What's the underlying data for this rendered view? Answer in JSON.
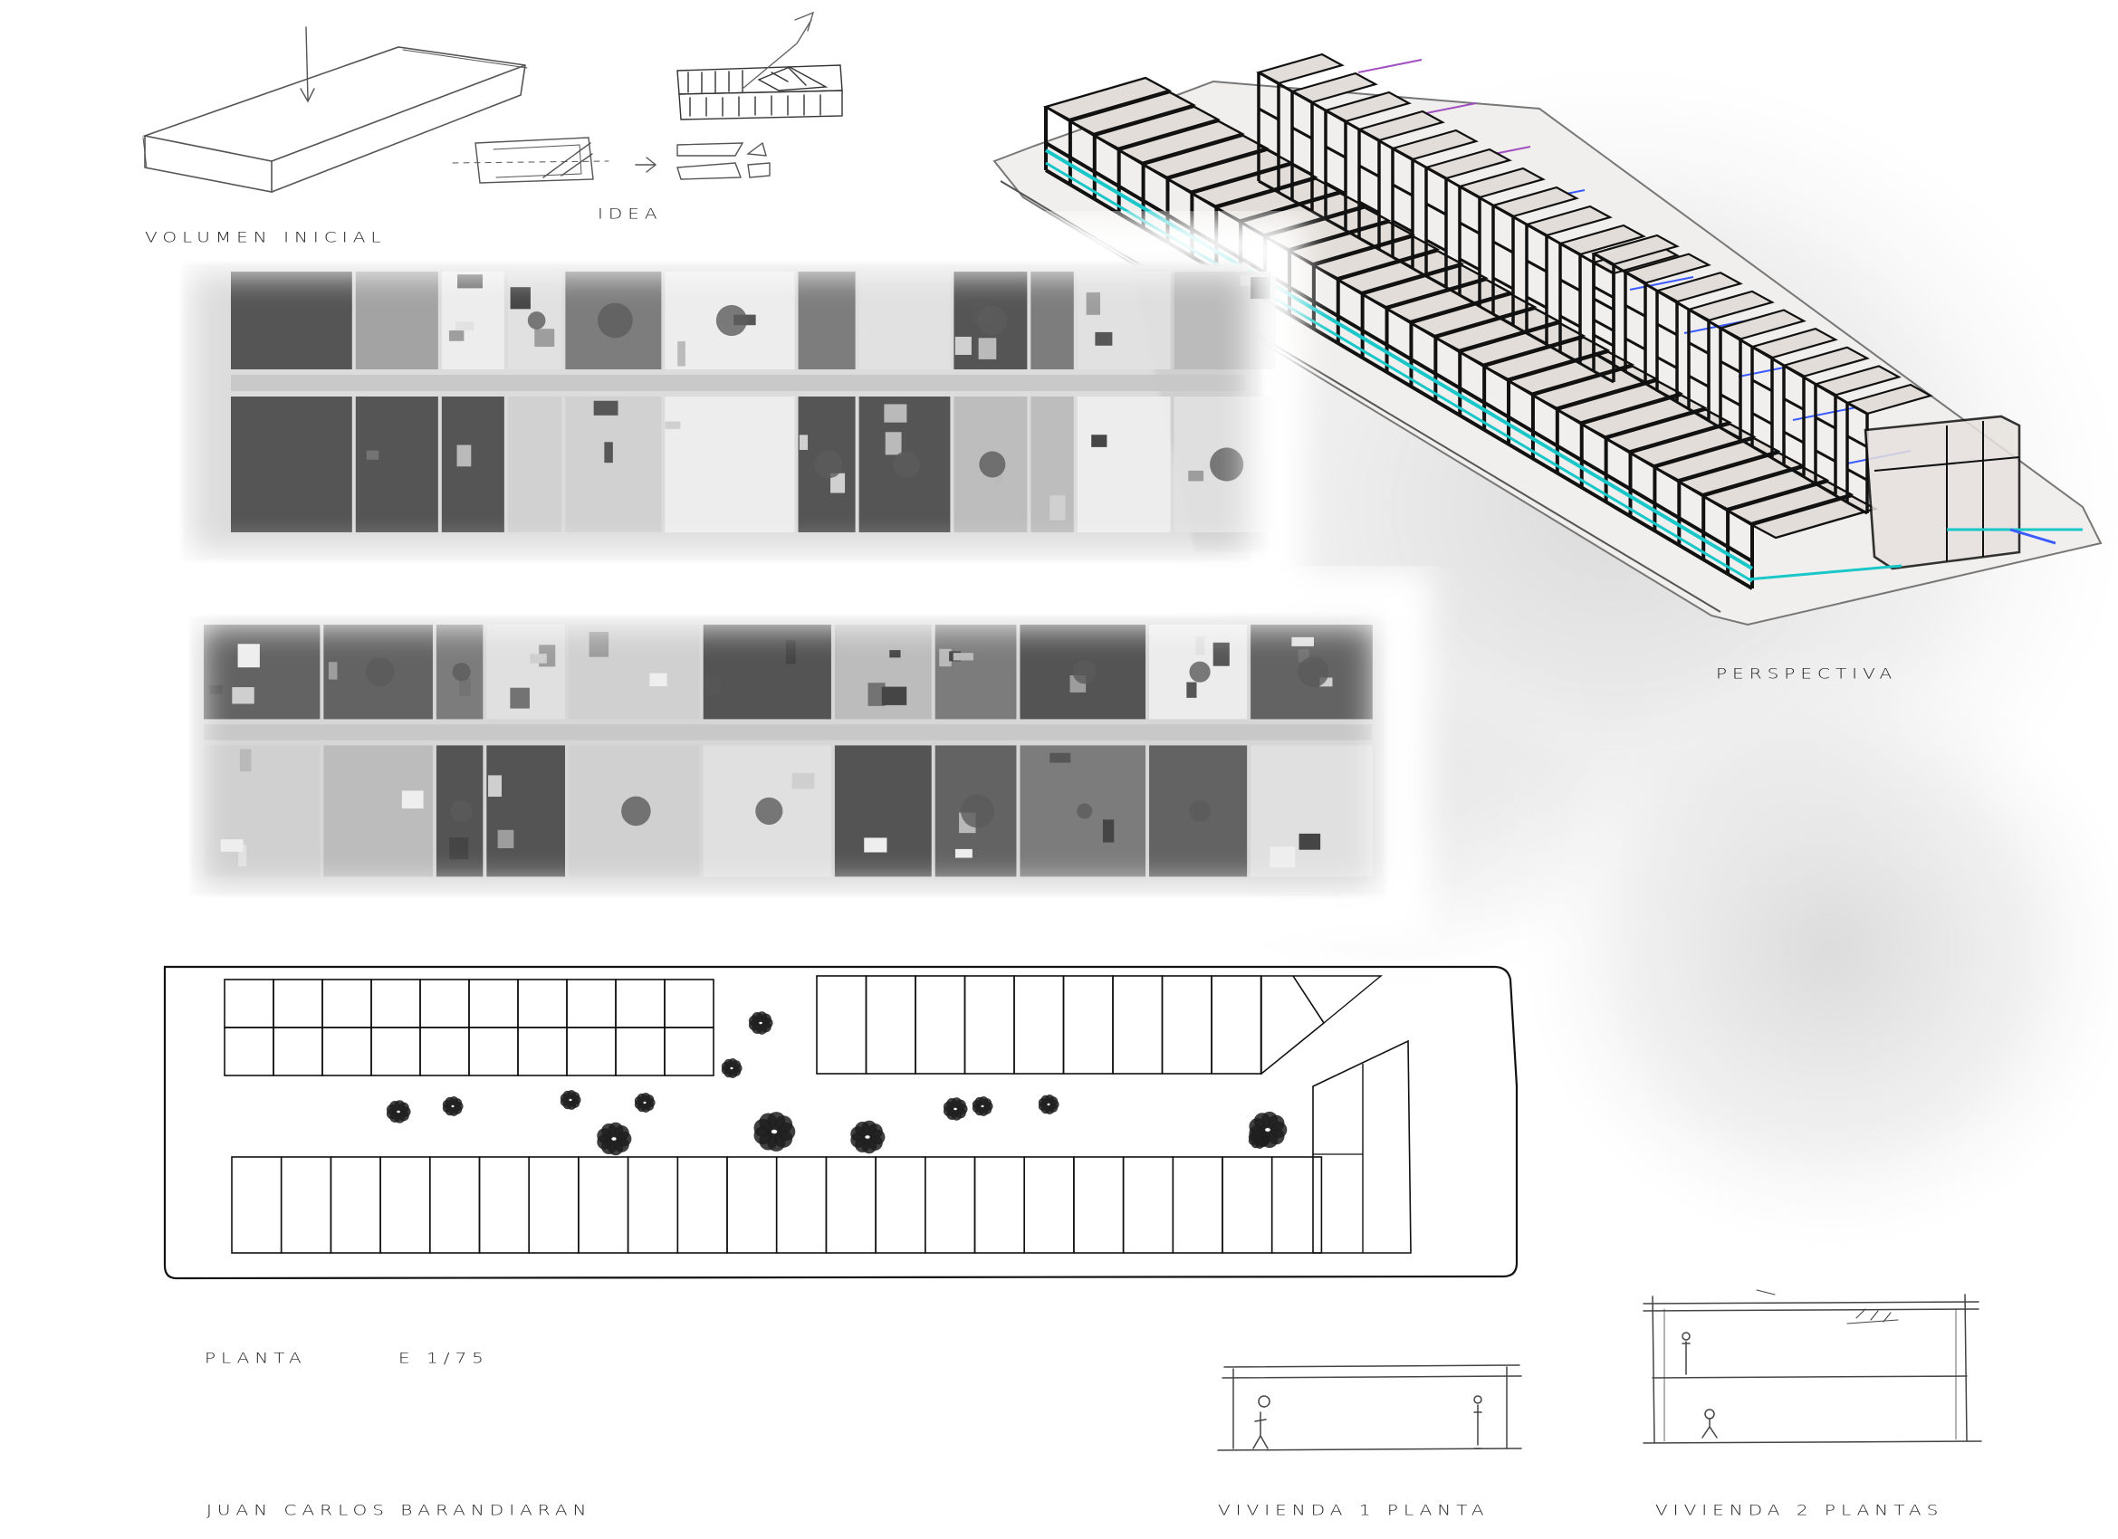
{
  "labels": {
    "volumen_inicial": "VOLUMEN INICIAL",
    "idea": "IDEA",
    "perspectiva": "PERSPECTIVA",
    "planta": "PLANTA",
    "escala": "E 1/75",
    "autor": "JUAN CARLOS BARANDIARAN",
    "vivienda_1": "VIVIENDA 1 PLANTA",
    "vivienda_2": "VIVIENDA 2 PLANTAS"
  },
  "colors": {
    "ink": "#1c1c1c",
    "sketch": "#555555",
    "aerial_light": "#e9e9e9",
    "aerial_dark": "#3f3f3f",
    "accent_cyan": "#19c7c9",
    "accent_blue": "#3a5bff",
    "accent_purple": "#a050c0",
    "roof_fill": "#e2ddd8"
  },
  "plan": {
    "upper_left_rows": 2,
    "upper_left_cols": 10,
    "upper_right_cols": 9,
    "lower_row_cols": 22,
    "trees": 14
  }
}
